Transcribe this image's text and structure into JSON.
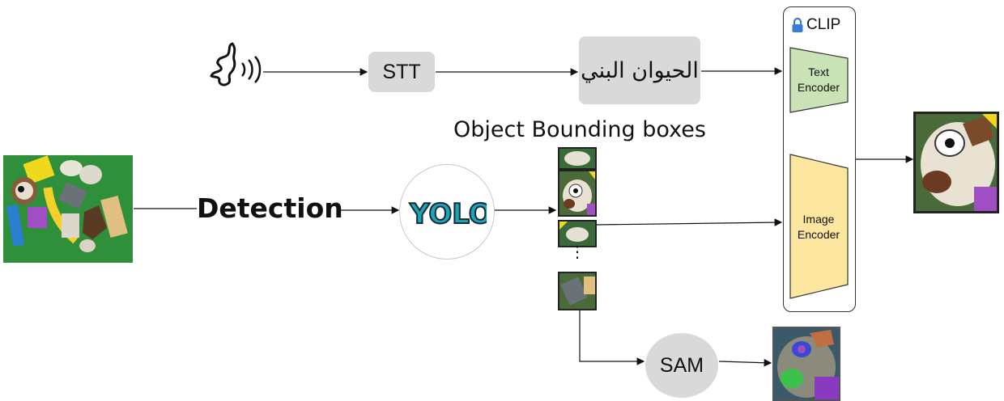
{
  "diagram": {
    "stt_label": "STT",
    "arabic_text": "الحيوان البني",
    "detection_label": "Detection",
    "bbox_title": "Object Bounding boxes",
    "clip_title": "CLIP",
    "text_encoder_label": "Text\nEncoder",
    "image_encoder_label": "Image\nEncoder",
    "yolo_logo_text": "YOLO",
    "sam_label": "SAM",
    "ellipsis": "⋮"
  },
  "colors": {
    "gray_box": "#d9d9d9",
    "text_encoder_fill": "#c9e2b6",
    "image_encoder_fill": "#fde6a0",
    "lock_icon": "#3a7bd5",
    "yolo_fill": "#1ea3b8"
  }
}
